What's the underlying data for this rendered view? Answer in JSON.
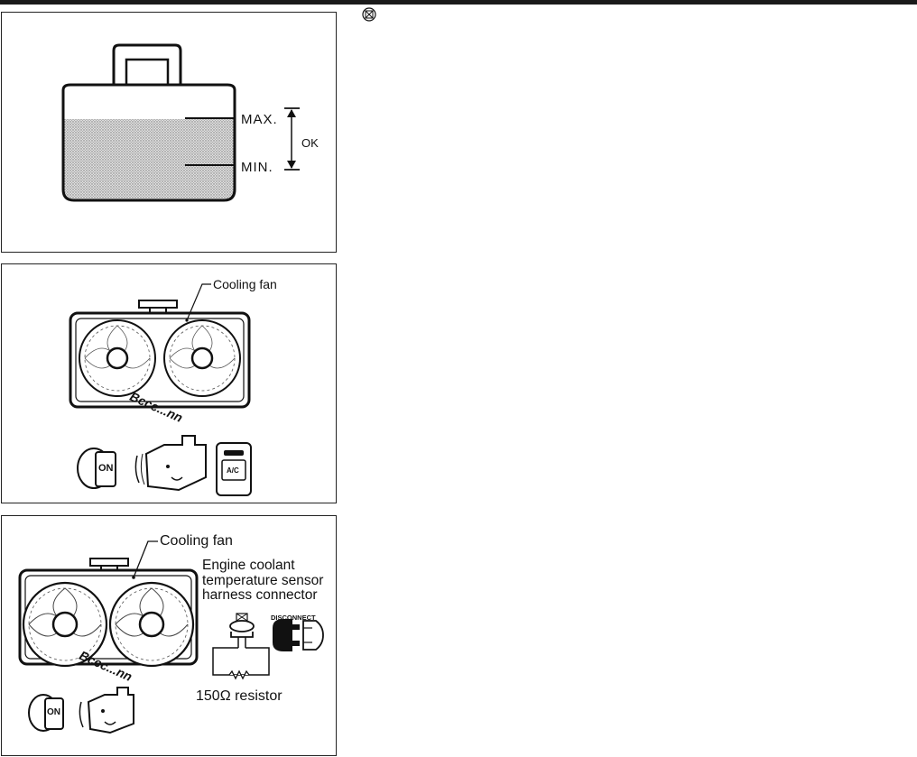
{
  "figure1": {
    "max_label": "MAX.",
    "min_label": "MIN.",
    "range_label": "OK"
  },
  "figure2": {
    "callout": "Cooling fan",
    "sound": "Bccc...nn",
    "ignition_label": "ON",
    "ac_label": "A/C"
  },
  "figure3": {
    "callout": "Cooling fan",
    "sensor_label": "Engine coolant\ntemperature sensor\nharness connector",
    "disconnect_label": "DISCONNECT",
    "resistor_label": "150Ω resistor",
    "sound": "Bccc...nn",
    "ignition_label": "ON"
  },
  "icons": [
    "no-action-icon",
    "ignition-key-icon",
    "engine-icon",
    "ac-switch-icon",
    "disconnect-connector-icon",
    "resistor-icon"
  ]
}
